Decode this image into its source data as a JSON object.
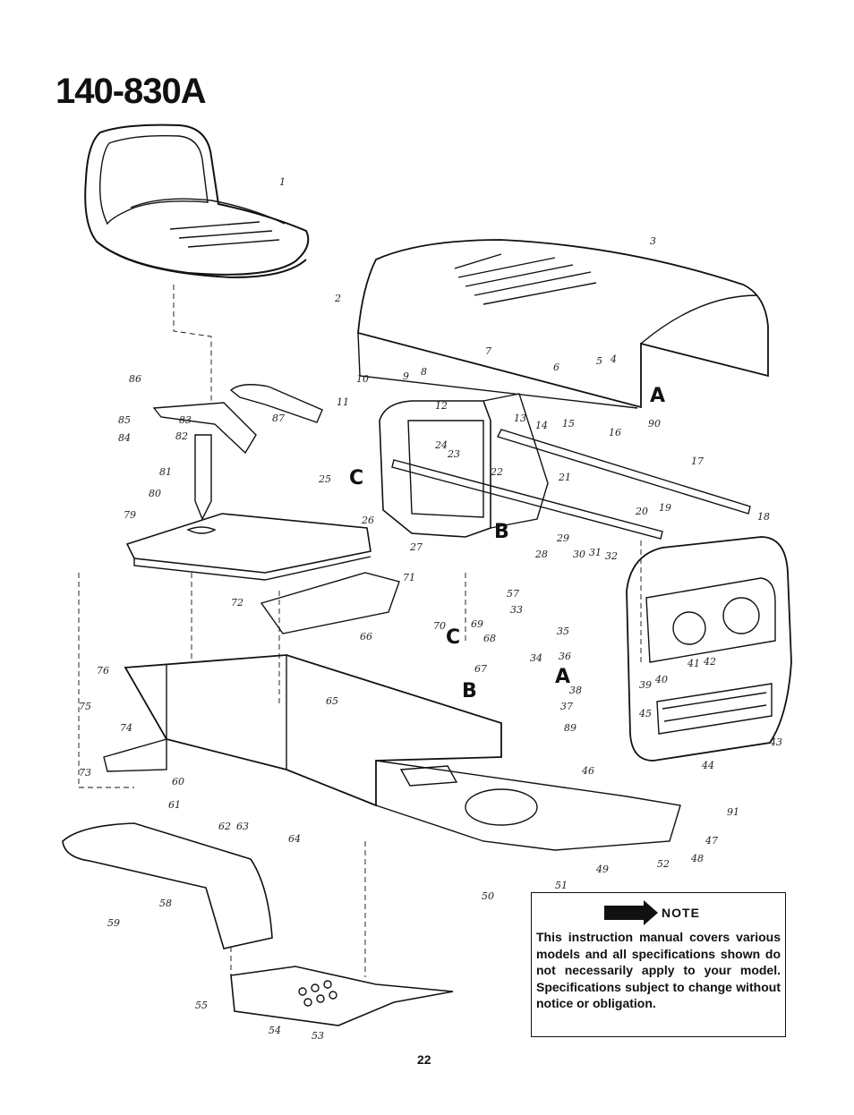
{
  "document": {
    "title": "140-830A",
    "page_number": "22"
  },
  "note": {
    "heading": "NOTE",
    "text": "This instruction manual covers various models and all specifications shown do not necessarily apply to your model. Specifications subject to change without notice or obligation."
  },
  "reference_markers": [
    "A",
    "B",
    "C"
  ],
  "callouts": [
    "1",
    "2",
    "3",
    "4",
    "5",
    "6",
    "7",
    "8",
    "9",
    "10",
    "11",
    "12",
    "13",
    "14",
    "15",
    "16",
    "17",
    "18",
    "19",
    "20",
    "21",
    "22",
    "23",
    "24",
    "25",
    "26",
    "27",
    "28",
    "29",
    "30",
    "31",
    "32",
    "33",
    "34",
    "35",
    "36",
    "37",
    "38",
    "39",
    "40",
    "41",
    "42",
    "43",
    "44",
    "45",
    "46",
    "47",
    "48",
    "49",
    "50",
    "51",
    "52",
    "53",
    "54",
    "55",
    "57",
    "58",
    "59",
    "60",
    "61",
    "62",
    "63",
    "64",
    "65",
    "66",
    "67",
    "68",
    "69",
    "70",
    "71",
    "72",
    "73",
    "74",
    "75",
    "76",
    "79",
    "80",
    "81",
    "82",
    "83",
    "84",
    "85",
    "86",
    "87",
    "89",
    "90",
    "91"
  ]
}
